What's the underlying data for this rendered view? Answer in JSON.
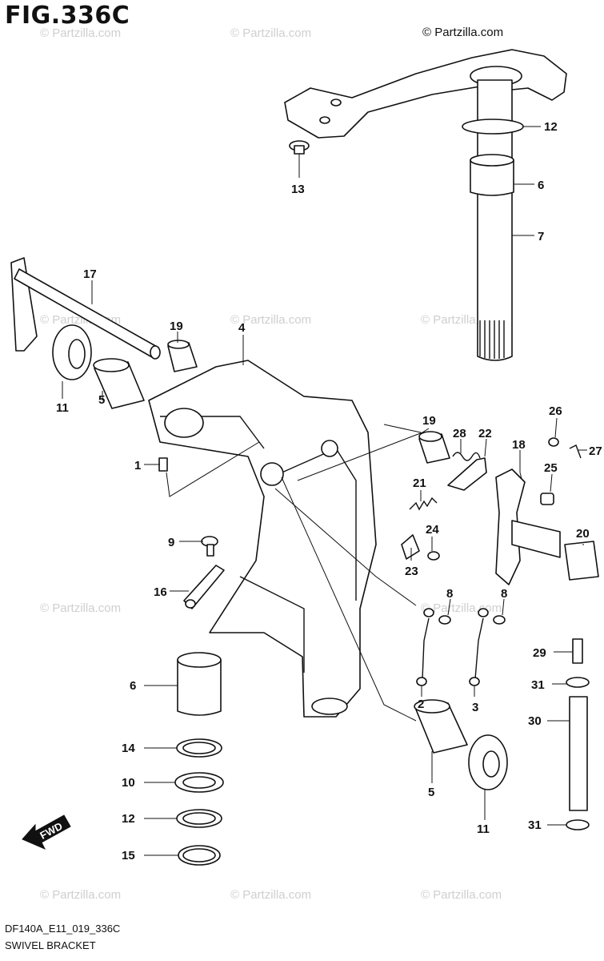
{
  "figure": {
    "title": "FIG.336C",
    "copyright": "© Partzilla.com",
    "watermark": "© Partzilla.com",
    "footer_code": "DF140A_E11_019_336C",
    "footer_name": "SWIVEL BRACKET",
    "fwd_label": "FWD"
  },
  "callouts": [
    {
      "id": "c-12a",
      "label": "12"
    },
    {
      "id": "c-6a",
      "label": "6"
    },
    {
      "id": "c-7",
      "label": "7"
    },
    {
      "id": "c-13",
      "label": "13"
    },
    {
      "id": "c-17",
      "label": "17"
    },
    {
      "id": "c-19a",
      "label": "19"
    },
    {
      "id": "c-4",
      "label": "4"
    },
    {
      "id": "c-11a",
      "label": "11"
    },
    {
      "id": "c-5a",
      "label": "5"
    },
    {
      "id": "c-1",
      "label": "1"
    },
    {
      "id": "c-26",
      "label": "26"
    },
    {
      "id": "c-27",
      "label": "27"
    },
    {
      "id": "c-19b",
      "label": "19"
    },
    {
      "id": "c-28",
      "label": "28"
    },
    {
      "id": "c-22",
      "label": "22"
    },
    {
      "id": "c-18",
      "label": "18"
    },
    {
      "id": "c-25",
      "label": "25"
    },
    {
      "id": "c-21",
      "label": "21"
    },
    {
      "id": "c-24",
      "label": "24"
    },
    {
      "id": "c-20",
      "label": "20"
    },
    {
      "id": "c-9",
      "label": "9"
    },
    {
      "id": "c-23",
      "label": "23"
    },
    {
      "id": "c-16",
      "label": "16"
    },
    {
      "id": "c-8a",
      "label": "8"
    },
    {
      "id": "c-8b",
      "label": "8"
    },
    {
      "id": "c-29",
      "label": "29"
    },
    {
      "id": "c-6b",
      "label": "6"
    },
    {
      "id": "c-31a",
      "label": "31"
    },
    {
      "id": "c-2",
      "label": "2"
    },
    {
      "id": "c-3",
      "label": "3"
    },
    {
      "id": "c-30",
      "label": "30"
    },
    {
      "id": "c-14",
      "label": "14"
    },
    {
      "id": "c-10",
      "label": "10"
    },
    {
      "id": "c-5b",
      "label": "5"
    },
    {
      "id": "c-12b",
      "label": "12"
    },
    {
      "id": "c-11b",
      "label": "11"
    },
    {
      "id": "c-31b",
      "label": "31"
    },
    {
      "id": "c-15",
      "label": "15"
    }
  ]
}
